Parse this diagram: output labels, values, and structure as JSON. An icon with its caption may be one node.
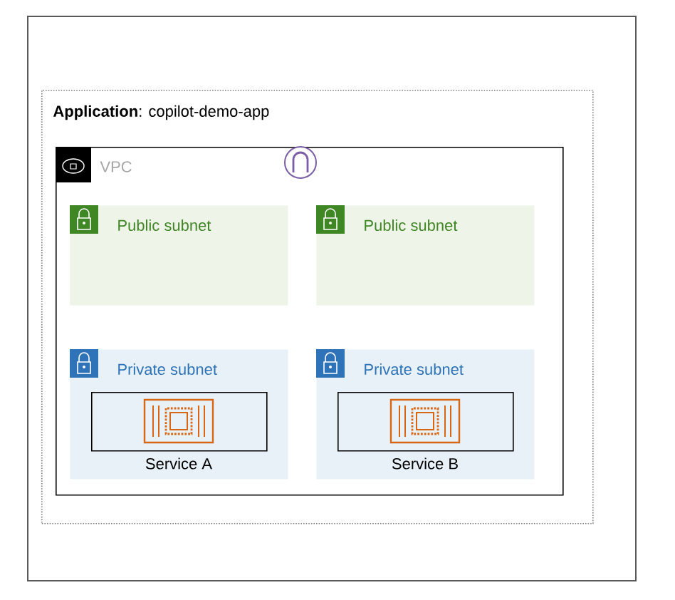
{
  "diagram": {
    "nodes": [
      {
        "text": [],
        "shape": "box"
      },
      {
        "text": [
          "**Application**: copilot-demo-app"
        ],
        "in": 0
      },
      {
        "text": [
          "VPC"
        ],
        "in": 1
      },
      {
        "text": [
          "Public subnet"
        ],
        "in": 2
      },
      {
        "text": [
          "Public subnet"
        ],
        "in": 2
      },
      {
        "text": [
          "Private subnet"
        ],
        "in": 2
      },
      {
        "text": [
          "Service A"
        ],
        "in": 5
      },
      {
        "text": [
          "Private subnet"
        ],
        "in": 2
      },
      {
        "text": [
          "Service B"
        ],
        "in": 7
      }
    ]
  }
}
